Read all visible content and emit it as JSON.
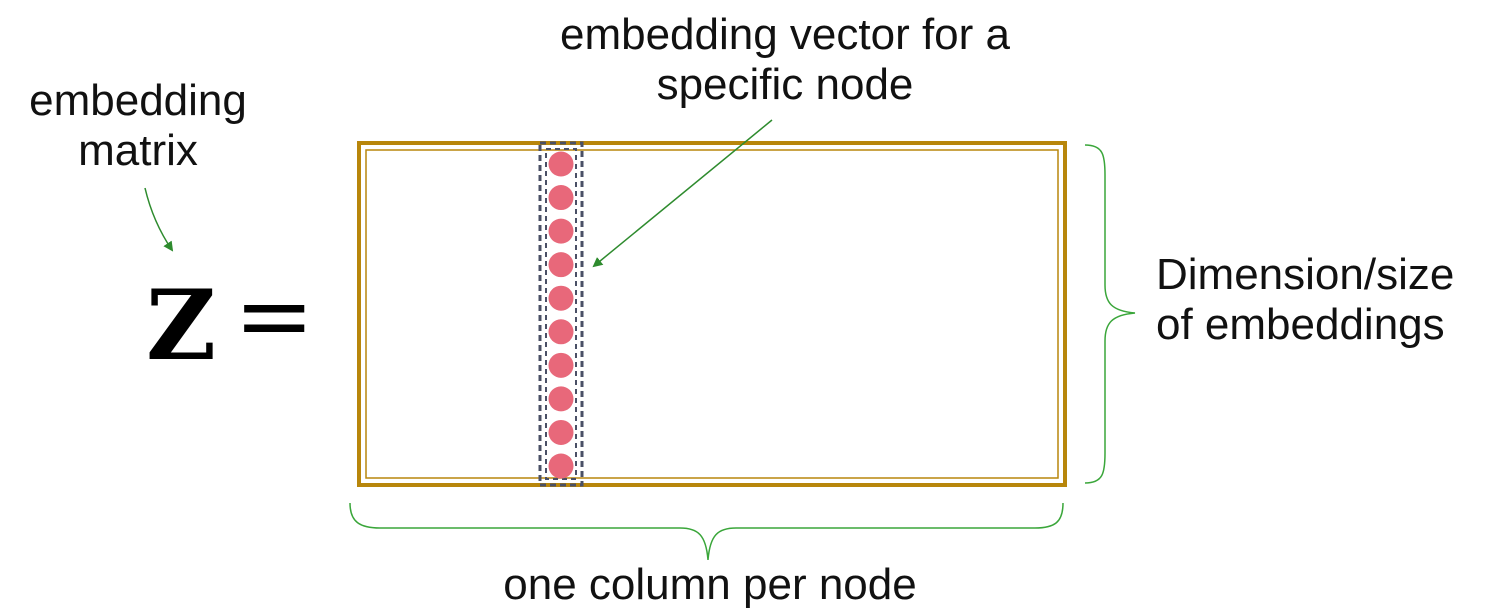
{
  "labels": {
    "embedding_matrix_line1": "embedding",
    "embedding_matrix_line2": "matrix",
    "vector_line1": "embedding vector for a",
    "vector_line2": "specific node",
    "dimension_line1": "Dimension/size",
    "dimension_line2": "of embeddings",
    "column_label": "one column per node"
  },
  "equation": {
    "symbol": "Z",
    "operator": "="
  },
  "vector": {
    "element_count": 10
  },
  "colors": {
    "matrix_border": "#b8860b",
    "vector_dot": "#e8687a",
    "vector_outline": "#4a5066",
    "annotation_arrow": "#2e8b2e",
    "brace": "#3aa63a"
  }
}
